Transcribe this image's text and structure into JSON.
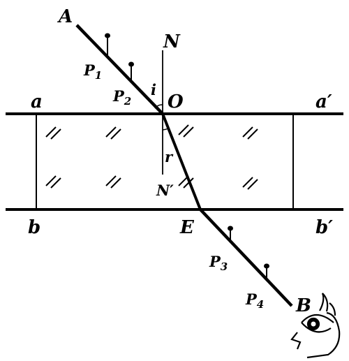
{
  "diagram": {
    "ray_start_label": "A",
    "ray_end_label": "B",
    "pin_labels": {
      "p1": "P",
      "p1_sub": "1",
      "p2": "P",
      "p2_sub": "2",
      "p3": "P",
      "p3_sub": "3",
      "p4": "P",
      "p4_sub": "4"
    },
    "normal_top_label": "N",
    "normal_bottom_label": "N′",
    "incidence_point_label": "O",
    "exit_point_label": "E",
    "angle_incidence_label": "i",
    "angle_refraction_label": "r",
    "top_edge_left_label": "a",
    "top_edge_right_label": "a′",
    "bottom_edge_left_label": "b",
    "bottom_edge_right_label": "b′",
    "colors": {
      "ink": "#000000",
      "background": "#ffffff"
    },
    "icons": [
      "eye-icon"
    ]
  }
}
